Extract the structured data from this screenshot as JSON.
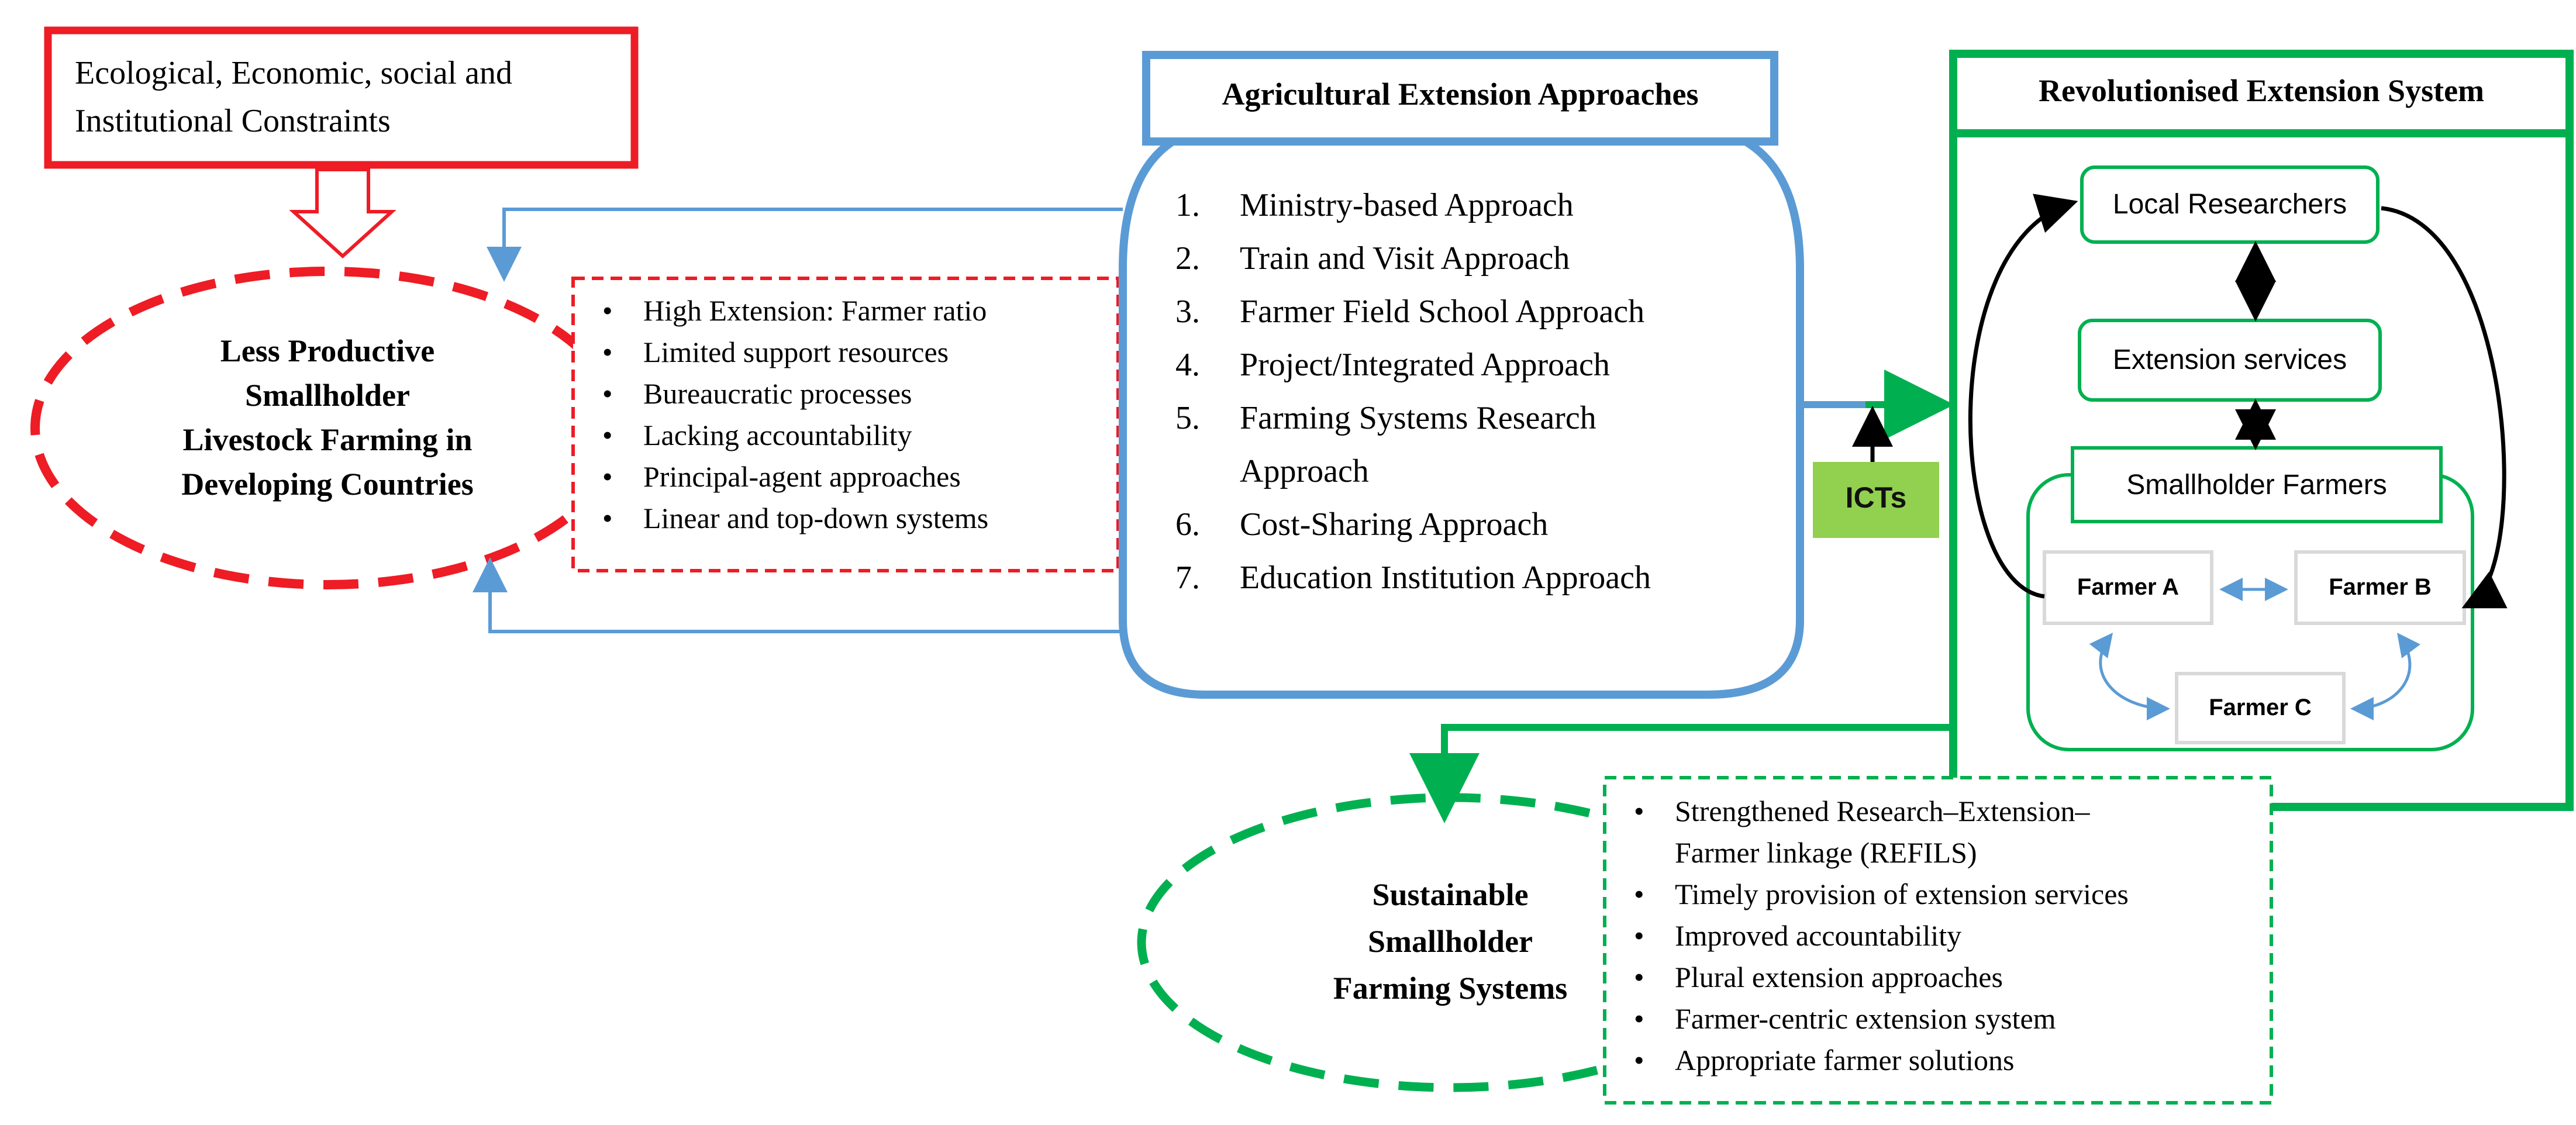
{
  "constraints": {
    "line1": "Ecological, Economic, social and",
    "line2": "Institutional Constraints"
  },
  "problem_ellipse": {
    "line1": "Less Productive",
    "line2": "Smallholder",
    "line3": "Livestock Farming in",
    "line4": "Developing Countries"
  },
  "issues": [
    "High Extension: Farmer ratio",
    "Limited support resources",
    "Bureaucratic processes",
    "Lacking accountability",
    "Principal-agent approaches",
    "Linear and top-down systems"
  ],
  "approaches": {
    "title": "Agricultural Extension Approaches",
    "items": [
      {
        "num": "1.",
        "label": "Ministry-based Approach"
      },
      {
        "num": "2.",
        "label": "Train and Visit Approach"
      },
      {
        "num": "3.",
        "label": "Farmer Field School Approach"
      },
      {
        "num": "4.",
        "label": "Project/Integrated Approach"
      },
      {
        "num": "5.",
        "label": "Farming Systems Research Approach"
      },
      {
        "num": "6.",
        "label": "Cost-Sharing Approach"
      },
      {
        "num": "7.",
        "label": "Education Institution Approach"
      }
    ]
  },
  "icts": {
    "label": "ICTs"
  },
  "revolutionised": {
    "title": "Revolutionised Extension System",
    "local_researchers": "Local Researchers",
    "extension_services": "Extension services",
    "smallholder_farmers": "Smallholder Farmers",
    "farmer_a": "Farmer A",
    "farmer_b": "Farmer B",
    "farmer_c": "Farmer C"
  },
  "outcome_ellipse": {
    "line1": "Sustainable",
    "line2": "Smallholder",
    "line3": "Farming Systems"
  },
  "benefits": [
    "Strengthened Research–Extension–",
    "Farmer linkage (REFILS)",
    "Timely provision of extension services",
    "Improved accountability",
    "Plural extension approaches",
    "Farmer-centric extension system",
    "Appropriate farmer solutions"
  ],
  "colors": {
    "red": "#ee1c25",
    "blue": "#5b9bd5",
    "green": "#00b050",
    "ict_fill": "#92d050"
  }
}
